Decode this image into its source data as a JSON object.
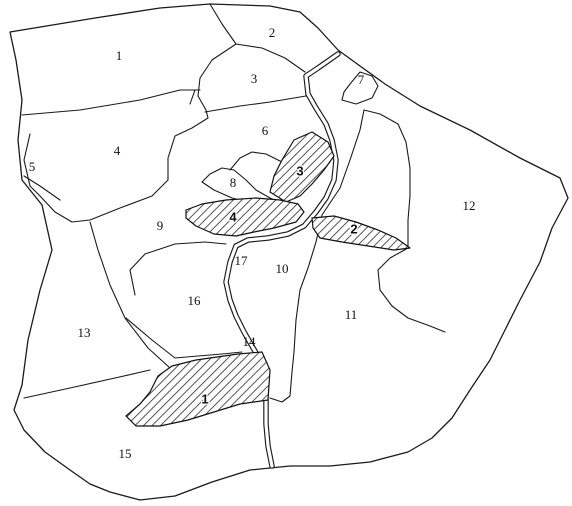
{
  "colors": {
    "line": "#1a1a1a",
    "hatch": "#2a2a2a",
    "background": "#ffffff"
  },
  "regions": [
    {
      "id": "1",
      "label": "1"
    },
    {
      "id": "2",
      "label": "2"
    },
    {
      "id": "3",
      "label": "3"
    },
    {
      "id": "4",
      "label": "4"
    },
    {
      "id": "5",
      "label": "5"
    },
    {
      "id": "6",
      "label": "6"
    },
    {
      "id": "7",
      "label": "7"
    },
    {
      "id": "8",
      "label": "8"
    },
    {
      "id": "9",
      "label": "9"
    },
    {
      "id": "10",
      "label": "10"
    },
    {
      "id": "11",
      "label": "11"
    },
    {
      "id": "12",
      "label": "12"
    },
    {
      "id": "13",
      "label": "13"
    },
    {
      "id": "14",
      "label": "14"
    },
    {
      "id": "15",
      "label": "15"
    },
    {
      "id": "16",
      "label": "16"
    },
    {
      "id": "17",
      "label": "17"
    }
  ],
  "hatched_sites": [
    {
      "id": "1",
      "label": "1"
    },
    {
      "id": "2",
      "label": "2"
    },
    {
      "id": "3",
      "label": "3"
    },
    {
      "id": "4",
      "label": "4"
    }
  ]
}
